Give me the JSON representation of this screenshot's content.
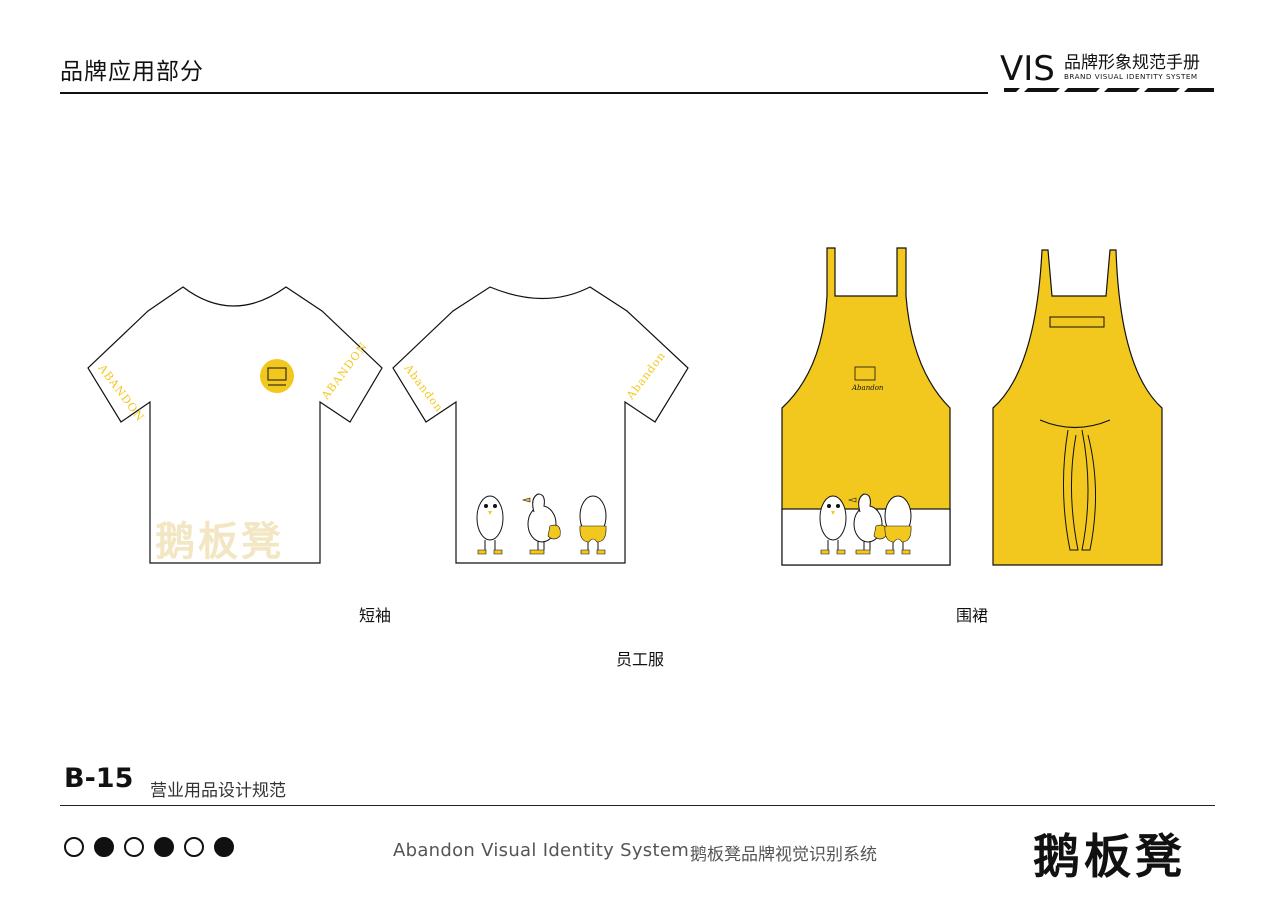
{
  "header": {
    "section_title": "品牌应用部分",
    "logo_mark": "VIS",
    "logo_cn": "品牌形象规范手册",
    "logo_en": "BRAND VISUAL IDENTITY SYSTEM"
  },
  "garments": {
    "sleeve_text": "ABANDON",
    "sleeve_text_back": "Abandon",
    "tshirt_watermark": "鹅板凳",
    "caption_tshirt": "短袖",
    "caption_apron": "围裙",
    "caption_group": "员工服"
  },
  "footer": {
    "page_code": "B-15",
    "page_subtitle": "营业用品设计规范",
    "en_line": "Abandon Visual Identity System",
    "cn_line": "鹅板凳品牌视觉识别系统",
    "brand_mark": "鹅板凳",
    "dots": [
      "empty",
      "filled",
      "empty",
      "filled",
      "empty",
      "filled"
    ]
  },
  "colors": {
    "brand_yellow": "#F2C81F",
    "ink": "#111111",
    "watermark": "#F3E6C2"
  }
}
